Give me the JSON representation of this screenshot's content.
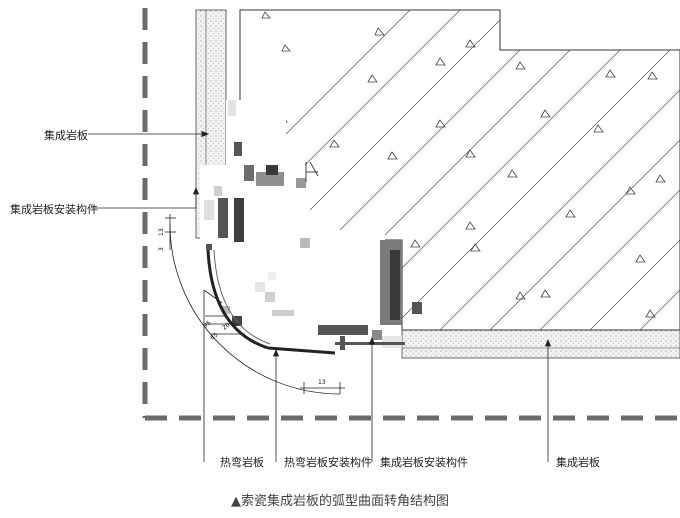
{
  "labels": {
    "panel_left": "集成岩板",
    "fitting_left": "集成岩板安装构件",
    "bent_panel": "热弯岩板",
    "fitting_bottom_1": "热弯岩板安装构件",
    "fitting_bottom_2": "集成岩板安装构件",
    "panel_bottom": "集成岩板"
  },
  "dimensions": {
    "d1": "13",
    "d2": "3",
    "d3": "13",
    "d4": "95",
    "d5": "65",
    "d6": "20"
  },
  "caption": "▲索瓷集成岩板的弧型曲面转角结构图",
  "colors": {
    "line": "#222222",
    "dashed_border": "#6b6b6b",
    "concrete_fill": "#f4f4f4",
    "wall_stipple": "#9a9a9a"
  }
}
